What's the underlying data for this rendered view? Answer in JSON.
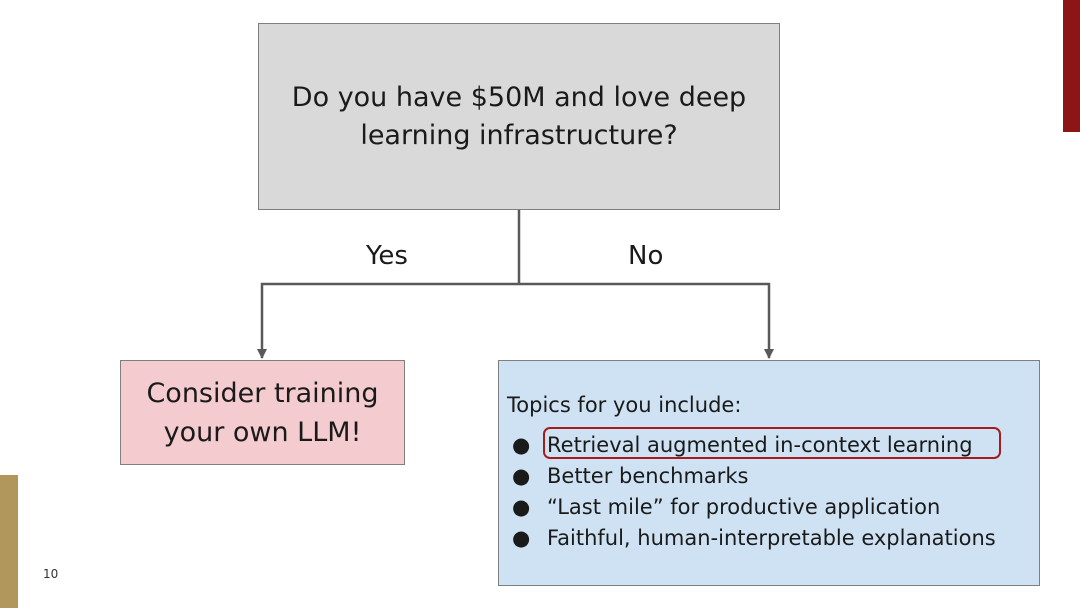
{
  "question": {
    "text": "Do you have $50M and love deep learning infrastructure?"
  },
  "branches": {
    "yes_label": "Yes",
    "no_label": "No"
  },
  "yes_outcome": {
    "text": "Consider training your own LLM!"
  },
  "no_outcome": {
    "title": "Topics for you include:",
    "items": [
      "Retrieval augmented in-context learning",
      "Better benchmarks",
      "“Last mile” for productive application",
      "Faithful, human-interpretable explanations"
    ],
    "bullet": "●",
    "highlighted_item_index": 0
  },
  "slide_number": "10",
  "colors": {
    "question_fill": "#d9d9d9",
    "yes_fill": "#f4ccd0",
    "no_fill": "#cfe2f3",
    "highlight": "#a61c1c",
    "accent_red": "#8c1515",
    "accent_gold": "#b1975b"
  }
}
